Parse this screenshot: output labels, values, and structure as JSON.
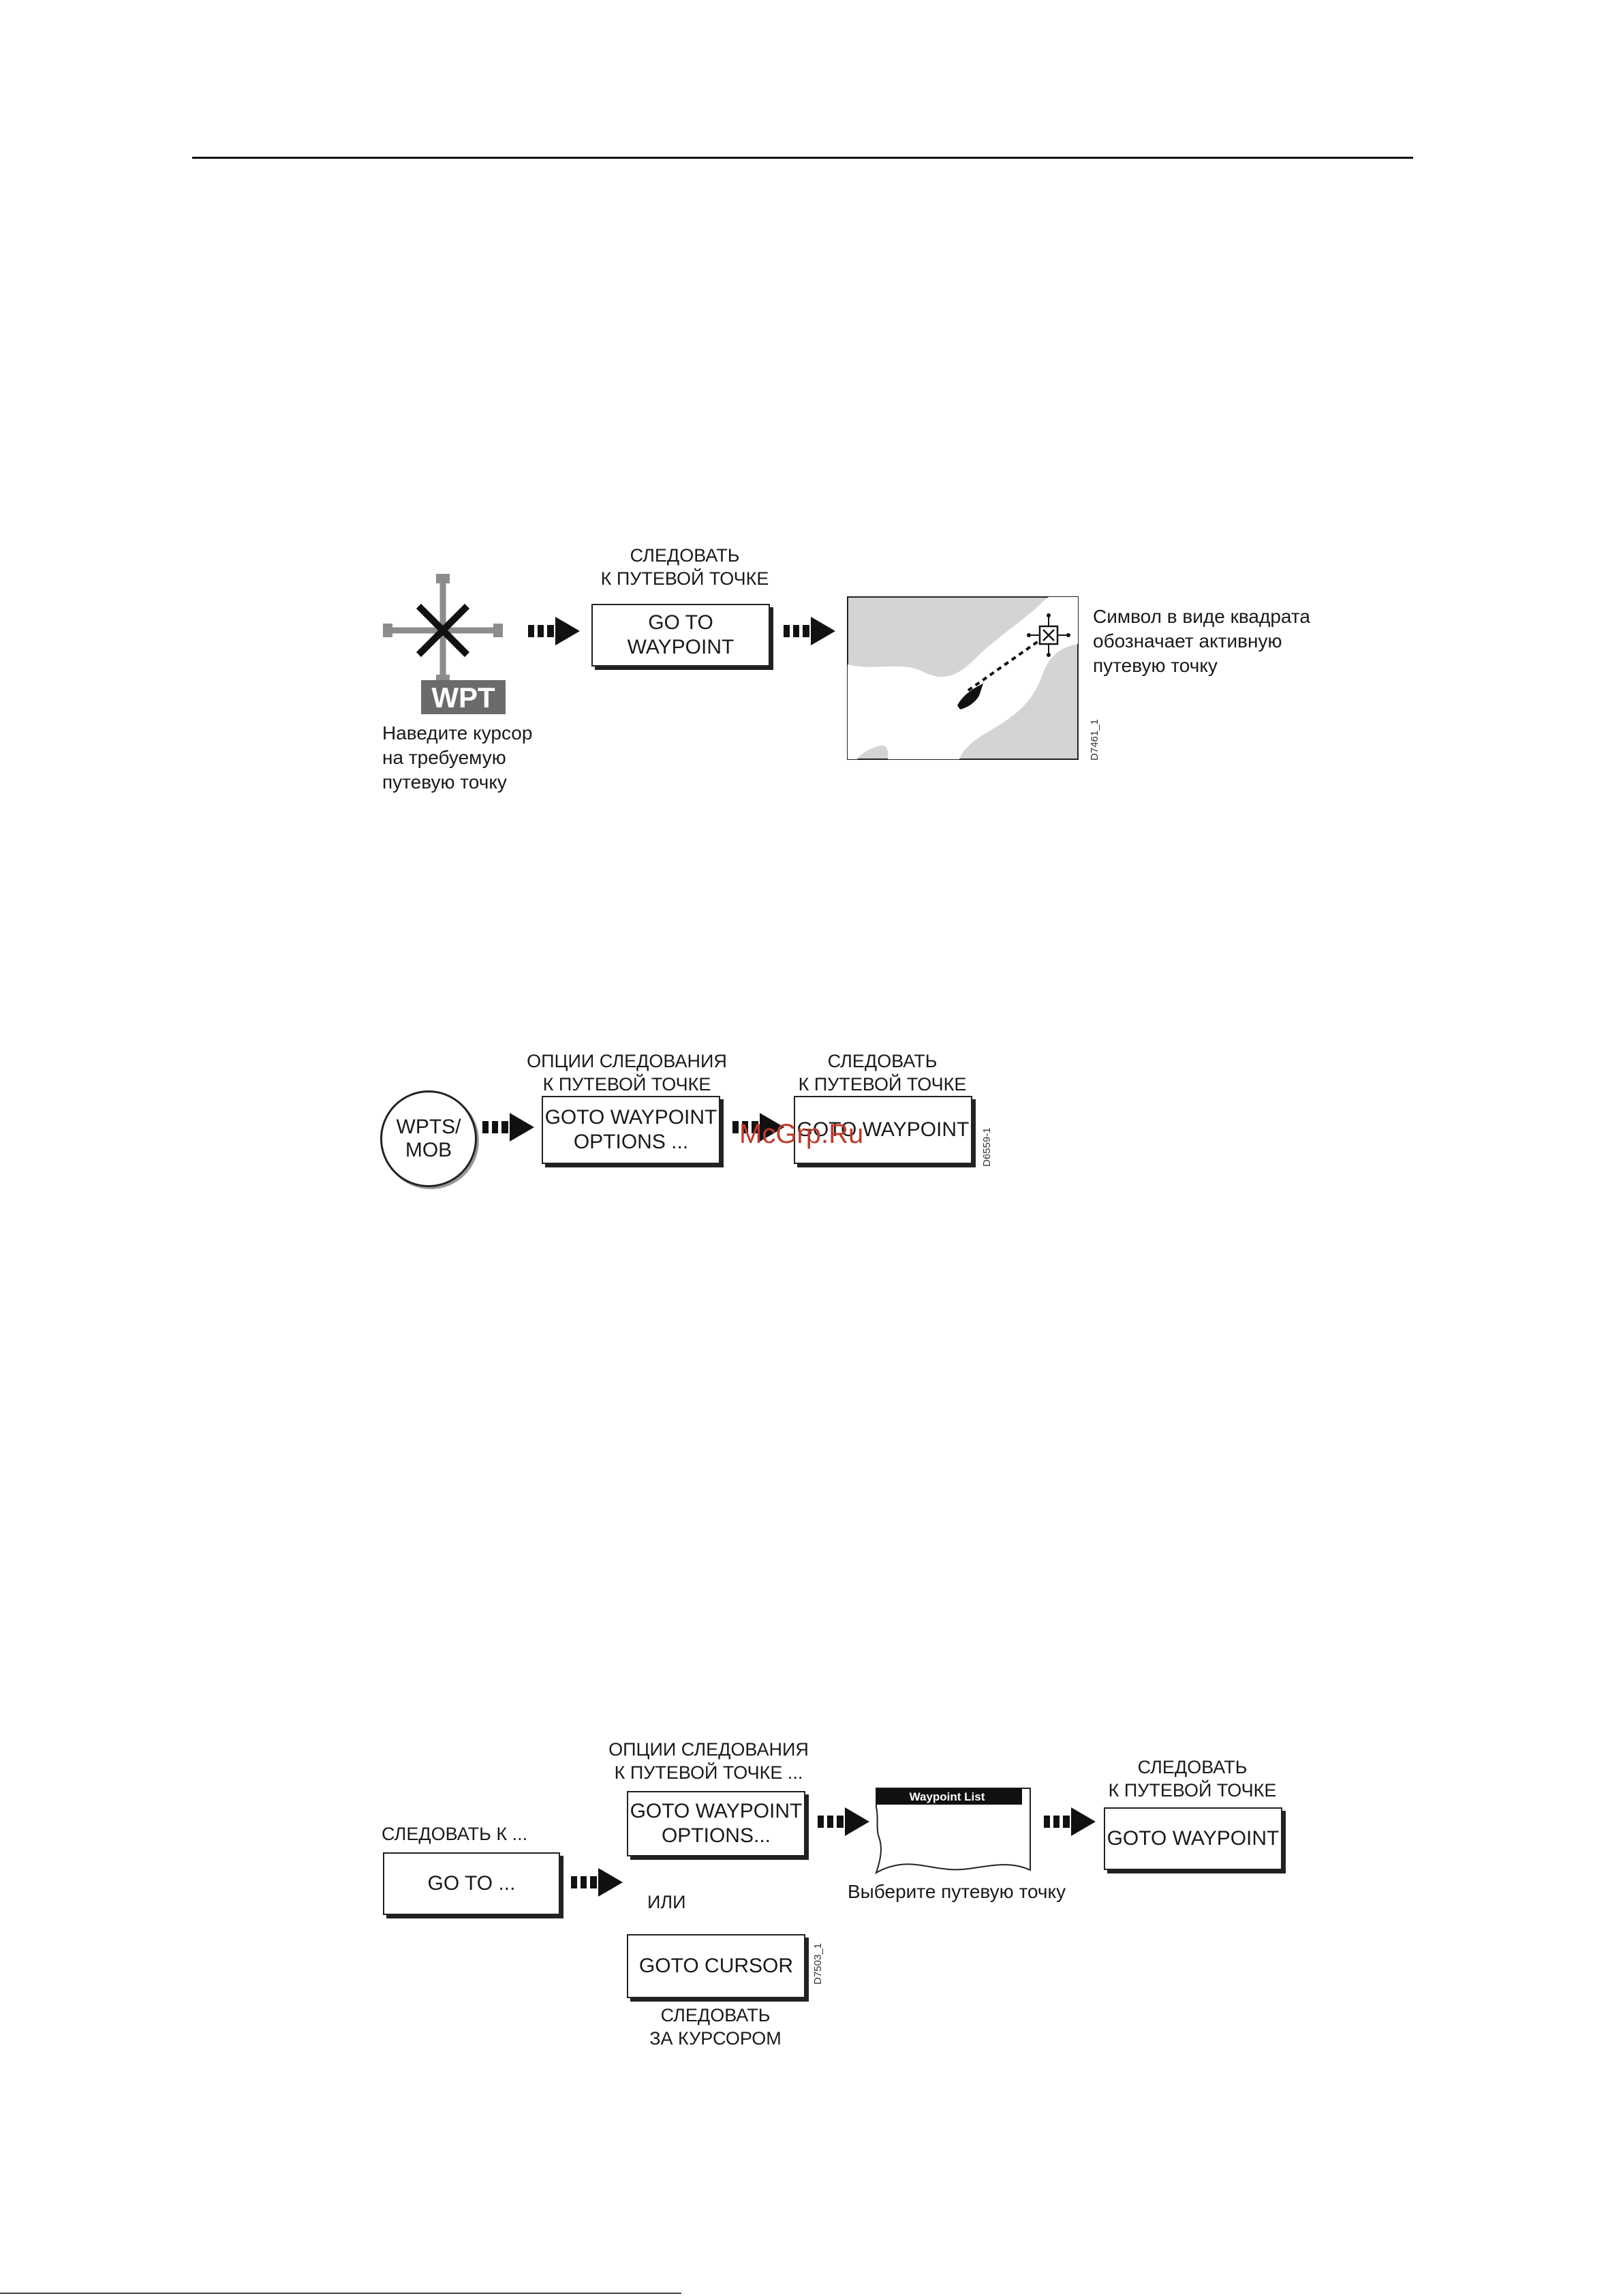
{
  "d1": {
    "wpt_badge": "WPT",
    "cursor_caption": "Наведите курсор\nна требуемую\nпутевую точку",
    "key_label": "СЛЕДОВАТЬ\nК ПУТЕВОЙ ТОЧКЕ",
    "key_text": "GO TO WAYPOINT",
    "note": "Символ в виде квадрата\nобозначает активную\nпутевую точку",
    "code": "D7461_1"
  },
  "d2": {
    "round_key": "WPTS/\nMOB",
    "key1_label": "ОПЦИИ СЛЕДОВАНИЯ\nК ПУТЕВОЙ ТОЧКЕ",
    "key1_text": "GOTO WAYPOINT\nOPTIONS ...",
    "key2_label": "СЛЕДОВАТЬ\nК ПУТЕВОЙ ТОЧКЕ",
    "key2_text": "GOTO WAYPOINT",
    "code": "D6559-1",
    "watermark": "McGrp.Ru"
  },
  "d3": {
    "goto_label": "СЛЕДОВАТЬ К ...",
    "goto_text": "GO TO ...",
    "opt_label": "ОПЦИИ СЛЕДОВАНИЯ\nК ПУТЕВОЙ ТОЧКЕ ...",
    "opt_text": "GOTO WAYPOINT\nOPTIONS...",
    "or_text": "ИЛИ",
    "cursor_text": "GOTO CURSOR",
    "cursor_label": "СЛЕДОВАТЬ\nЗА КУРСОРОМ",
    "list_title": "Waypoint List",
    "list_caption": "Выберите путевую точку",
    "final_label": "СЛЕДОВАТЬ\nК ПУТЕВОЙ ТОЧКЕ",
    "final_text": "GOTO WAYPOINT",
    "code": "D7503_1"
  }
}
